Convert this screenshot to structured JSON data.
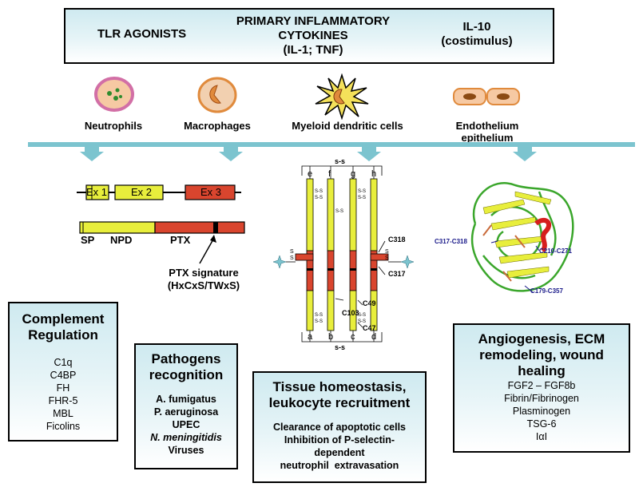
{
  "header": {
    "tlr": "TLR AGONISTS",
    "primary_l1": "PRIMARY INFLAMMATORY",
    "primary_l2": "CYTOKINES",
    "primary_l3": "(IL-1; TNF)",
    "il10_l1": "IL-10",
    "il10_l2": "(costimulus)"
  },
  "cells": {
    "neutrophils": "Neutrophils",
    "macrophages": "Macrophages",
    "dendritic": "Myeloid dendritic cells",
    "endo_l1": "Endothelium",
    "endo_l2": "epithelium"
  },
  "gene": {
    "ex1": "Ex 1",
    "ex2": "Ex 2",
    "ex3": "Ex 3",
    "sp": "SP",
    "npd": "NPD",
    "ptx": "PTX",
    "sig_l1": "PTX signature",
    "sig_l2": "(HxCxS/TWxS)"
  },
  "structure": {
    "ss": "s-s",
    "s": "S",
    "top_labels": [
      "e",
      "f",
      "g",
      "h"
    ],
    "bottom_labels": [
      "a",
      "b",
      "c",
      "d"
    ],
    "c318": "C318",
    "c317": "C317",
    "c103": "C103",
    "c49": "C49",
    "c47": "C47"
  },
  "protein": {
    "c317_c318": "C317-C318",
    "c210_c271": "C210-C271",
    "c179_c357": "C179-C357"
  },
  "complement": {
    "title_l1": "Complement",
    "title_l2": "Regulation",
    "items": [
      "C1q",
      "C4BP",
      "FH",
      "FHR-5",
      "MBL",
      "Ficolins"
    ]
  },
  "pathogens": {
    "title_l1": "Pathogens",
    "title_l2": "recognition",
    "items": [
      "A. fumigatus",
      "P. aeruginosa",
      "UPEC",
      "N. meningitidis",
      "Viruses"
    ]
  },
  "tissue": {
    "title_l1": "Tissue homeostasis,",
    "title_l2": "leukocyte recruitment",
    "items": [
      "Clearance of apoptotic cells",
      "Inhibition of P-selectin-",
      "dependent",
      "neutrophil  extravasation"
    ]
  },
  "angio": {
    "title_l1": "Angiogenesis, ECM",
    "title_l2": "remodeling, wound",
    "title_l3": "healing",
    "items": [
      "FGF2 – FGF8b",
      "Fibrin/Fibrinogen",
      "Plasminogen",
      "TSG-6",
      "IαI"
    ]
  },
  "colors": {
    "yellow": "#e8ee3c",
    "red": "#d9452e",
    "teal": "#7cc4cf",
    "box_top": "#cfeaf0"
  }
}
